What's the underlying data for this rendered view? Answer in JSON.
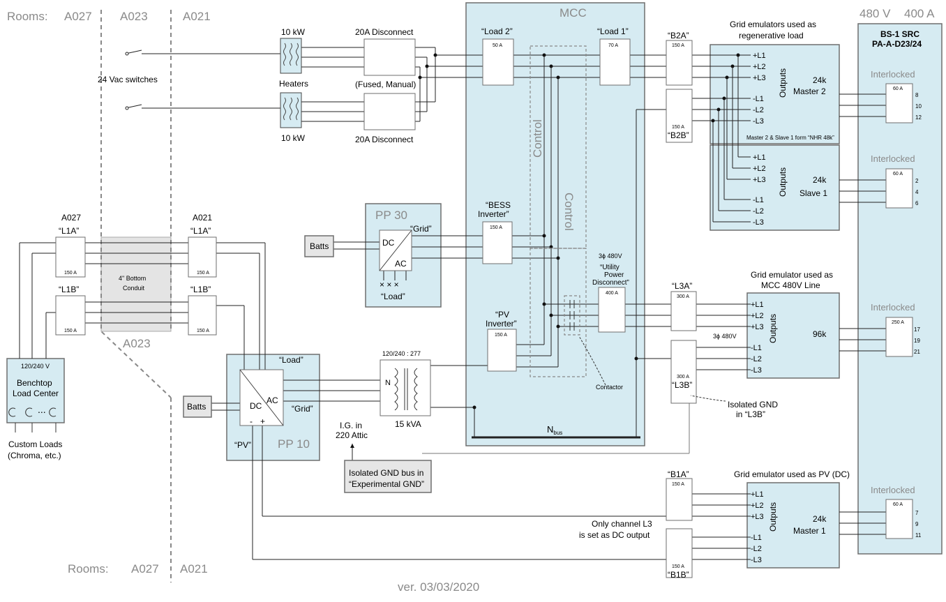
{
  "rooms": {
    "top_label": "Rooms:",
    "top_a027": "A027",
    "top_a023": "A023",
    "top_a021": "A021",
    "mid_a023": "A023",
    "bottom_label": "Rooms:",
    "bottom_a027": "A027",
    "bottom_a021": "A021"
  },
  "heaters": {
    "top_kw": "10 kW",
    "label": "Heaters",
    "bottom_kw": "10 kW",
    "switches_label": "24 Vac switches",
    "disc_top": "20A Disconnect",
    "disc_mid": "(Fused, Manual)",
    "disc_bottom": "20A Disconnect"
  },
  "mcc": {
    "title": "MCC",
    "load2": "“Load 2”",
    "load2_amp": "50 A",
    "load1": "“Load 1”",
    "load1_amp": "70 A",
    "control1": "Control",
    "control2": "Control",
    "bess1": "“BESS",
    "bess2": "Inverter”",
    "bess_amp": "150 A",
    "pv1": "“PV",
    "pv2": "Inverter”",
    "pv_amp": "150 A",
    "util0": "3ϕ 480V",
    "util1": "“Utility",
    "util2": "Power",
    "util3": "Disconnect”",
    "util_amp": "400 A",
    "contactor": "Contactor",
    "nbus": "N",
    "nbus_sub": "bus"
  },
  "pp30": {
    "title": "PP 30",
    "batts": "Batts",
    "dc": "DC",
    "ac": "AC",
    "grid": "“Grid”",
    "load": "“Load”"
  },
  "pp10": {
    "title": "PP 10",
    "batts": "Batts",
    "dc": "DC",
    "ac": "AC",
    "load": "“Load”",
    "grid": "“Grid”",
    "pv": "“PV”",
    "minus": "-",
    "plus": "+"
  },
  "left": {
    "a027": "A027",
    "a021": "A021",
    "l1a": "“L1A”",
    "l1b": "“L1B”",
    "amp150": "150 A",
    "conduit1": "4\" Bottom",
    "conduit2": "Conduit",
    "bench_v": "120/240 V",
    "bench1": "Benchtop",
    "bench2": "Load Center",
    "dots": "...",
    "custom1": "Custom Loads",
    "custom2": "(Chroma, etc.)"
  },
  "transformer": {
    "ratio": "120/240 : 277",
    "n": "N",
    "kva": "15 kVA"
  },
  "ground": {
    "ig1": "I.G. in",
    "ig2": "220 Attic",
    "bus1": "Isolated GND bus in",
    "bus2": "“Experimental GND”",
    "iso1": "Isolated GND",
    "iso2": "in “L3B”"
  },
  "breakers": {
    "b2a": "“B2A”",
    "b2a_amp": "150 A",
    "b2b": "“B2B”",
    "b2b_amp": "150 A",
    "l3a": "“L3A”",
    "l3a_amp": "300 A",
    "l3b": "“L3B”",
    "l3b_amp": "300 A",
    "phase": "3ϕ  480V",
    "b1a": "“B1A”",
    "b1a_amp": "150 A",
    "b1b": "“B1B”",
    "b1b_amp": "150 A",
    "pv_note1": "Only  channel L3",
    "pv_note2": "is set as DC output"
  },
  "emulators": {
    "regen1": "Grid emulators used as",
    "regen2": "regenerative load",
    "master2": "Master 2",
    "slave1": "Slave 1",
    "k24": "24k",
    "outputs": "Outputs",
    "nhr_note": "Master 2 & Slave 1 form “NHR 48k”",
    "mcc_line1": "Grid emulator used as",
    "mcc_line2": "MCC 480V Line",
    "k96": "96k",
    "pv_title": "Grid emulator used as PV (DC)",
    "master1": "Master 1",
    "terms": [
      "+L1",
      "+L2",
      "+L3",
      "-L1",
      "-L2",
      "-L3"
    ]
  },
  "src": {
    "v": "480 V",
    "a": "400 A",
    "title1": "BS-1 SRC",
    "title2": "PA-A-D23/24",
    "interlocked": "Interlocked",
    "amp60": "60 A",
    "amp250": "250 A",
    "g1": [
      "8",
      "10",
      "12"
    ],
    "g2": [
      "2",
      "4",
      "6"
    ],
    "g3": [
      "17",
      "19",
      "21"
    ],
    "g4": [
      "7",
      "9",
      "11"
    ]
  },
  "version": "ver. 03/03/2020"
}
